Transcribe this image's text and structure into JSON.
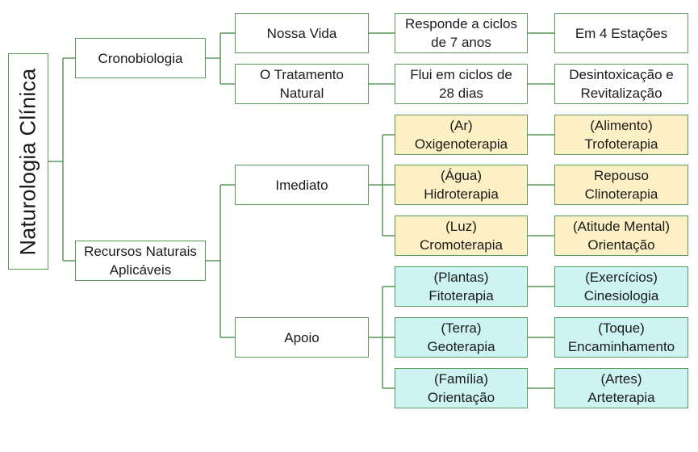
{
  "root": {
    "label": "Naturologia Clínica"
  },
  "level1": {
    "cronobiologia": "Cronobiologia",
    "recursos": "Recursos Naturais\nAplicáveis"
  },
  "crono": {
    "nossa_vida": "Nossa Vida",
    "tratamento": "O Tratamento\nNatural",
    "ciclos7": "Responde a ciclos\nde 7 anos",
    "estacoes": "Em 4 Estações",
    "ciclos28": "Flui em ciclos de\n28 dias",
    "desintox": "Desintoxicação e\nRevitalização"
  },
  "recursos": {
    "imediato": "Imediato",
    "apoio": "Apoio"
  },
  "imediato_items": [
    {
      "left": "(Ar)\nOxigenoterapia",
      "right": "(Alimento)\nTrofoterapia"
    },
    {
      "left": "(Água)\nHidroterapia",
      "right": "Repouso\nClinoterapia"
    },
    {
      "left": "(Luz)\nCromoterapia",
      "right": "(Atitude Mental)\nOrientação"
    }
  ],
  "apoio_items": [
    {
      "left": "(Plantas)\nFitoterapia",
      "right": "(Exercícios)\nCinesiologia"
    },
    {
      "left": "(Terra)\nGeoterapia",
      "right": "(Toque)\nEncaminhamento"
    },
    {
      "left": "(Família)\nOrientação",
      "right": "(Artes)\nArteterapia"
    }
  ],
  "colors": {
    "line": "#5a9a5a",
    "yellow_fill": "#fdf0c4",
    "cyan_fill": "#cdf3f3"
  }
}
